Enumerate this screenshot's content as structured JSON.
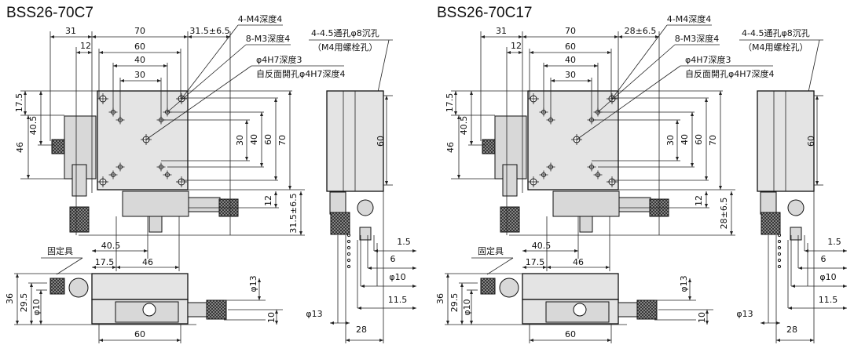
{
  "drawings": [
    {
      "model": "BSS26-70C7",
      "top_dims": {
        "left": "31",
        "width": "70",
        "right": "31.5±6.5",
        "offset": "12",
        "p60": "60",
        "p40": "40",
        "p30": "30"
      },
      "left_dims": {
        "a": "17.5",
        "b": "40.5",
        "c": "46"
      },
      "right_dims": {
        "d30": "30",
        "d40": "40",
        "d60": "60",
        "d70": "70",
        "d12": "12",
        "travel": "31.5±6.5"
      },
      "bottom_dims": {
        "a": "40.5",
        "b": "17.5",
        "c": "46"
      },
      "callouts": {
        "m4": "4-M4深度4",
        "m3": "8-M3深度4",
        "pin": "φ4H7深度3",
        "pin_back": "自反面開孔φ4H7深度4",
        "through": "4-4.5通孔φ8沉孔",
        "bolt": "（M4用螺栓孔）",
        "fixture": "固定具"
      },
      "front_dims": {
        "h36": "36",
        "h295": "29.5",
        "phi10": "φ10",
        "phi13": "φ13",
        "h10": "10",
        "w60": "60"
      },
      "side_dims": {
        "s60": "60",
        "s15": "1.5",
        "s6": "6",
        "sphi10": "φ10",
        "s115": "11.5",
        "sphi13": "φ13",
        "s28": "28"
      }
    },
    {
      "model": "BSS26-70C17",
      "top_dims": {
        "left": "31",
        "width": "70",
        "right": "28±6.5",
        "offset": "12",
        "p60": "60",
        "p40": "40",
        "p30": "30"
      },
      "left_dims": {
        "a": "17.5",
        "b": "40.5",
        "c": "46"
      },
      "right_dims": {
        "d30": "30",
        "d40": "40",
        "d60": "60",
        "d70": "70",
        "d12": "12",
        "travel": "28±6.5"
      },
      "bottom_dims": {
        "a": "40.5",
        "b": "17.5",
        "c": "46"
      },
      "callouts": {
        "m4": "4-M4深度4",
        "m3": "8-M3深度4",
        "pin": "φ4H7深度3",
        "pin_back": "自反面開孔φ4H7深度4",
        "through": "4-4.5通孔φ8沉孔",
        "bolt": "（M4用螺栓孔）",
        "fixture": "固定具"
      },
      "front_dims": {
        "h36": "36",
        "h295": "29.5",
        "phi10": "φ10",
        "phi13": "φ13",
        "h10": "10",
        "w60": "60"
      },
      "side_dims": {
        "s60": "60",
        "s15": "1.5",
        "s6": "6",
        "sphi10": "φ10",
        "s115": "11.5",
        "sphi13": "φ13",
        "s28": "28"
      }
    }
  ]
}
